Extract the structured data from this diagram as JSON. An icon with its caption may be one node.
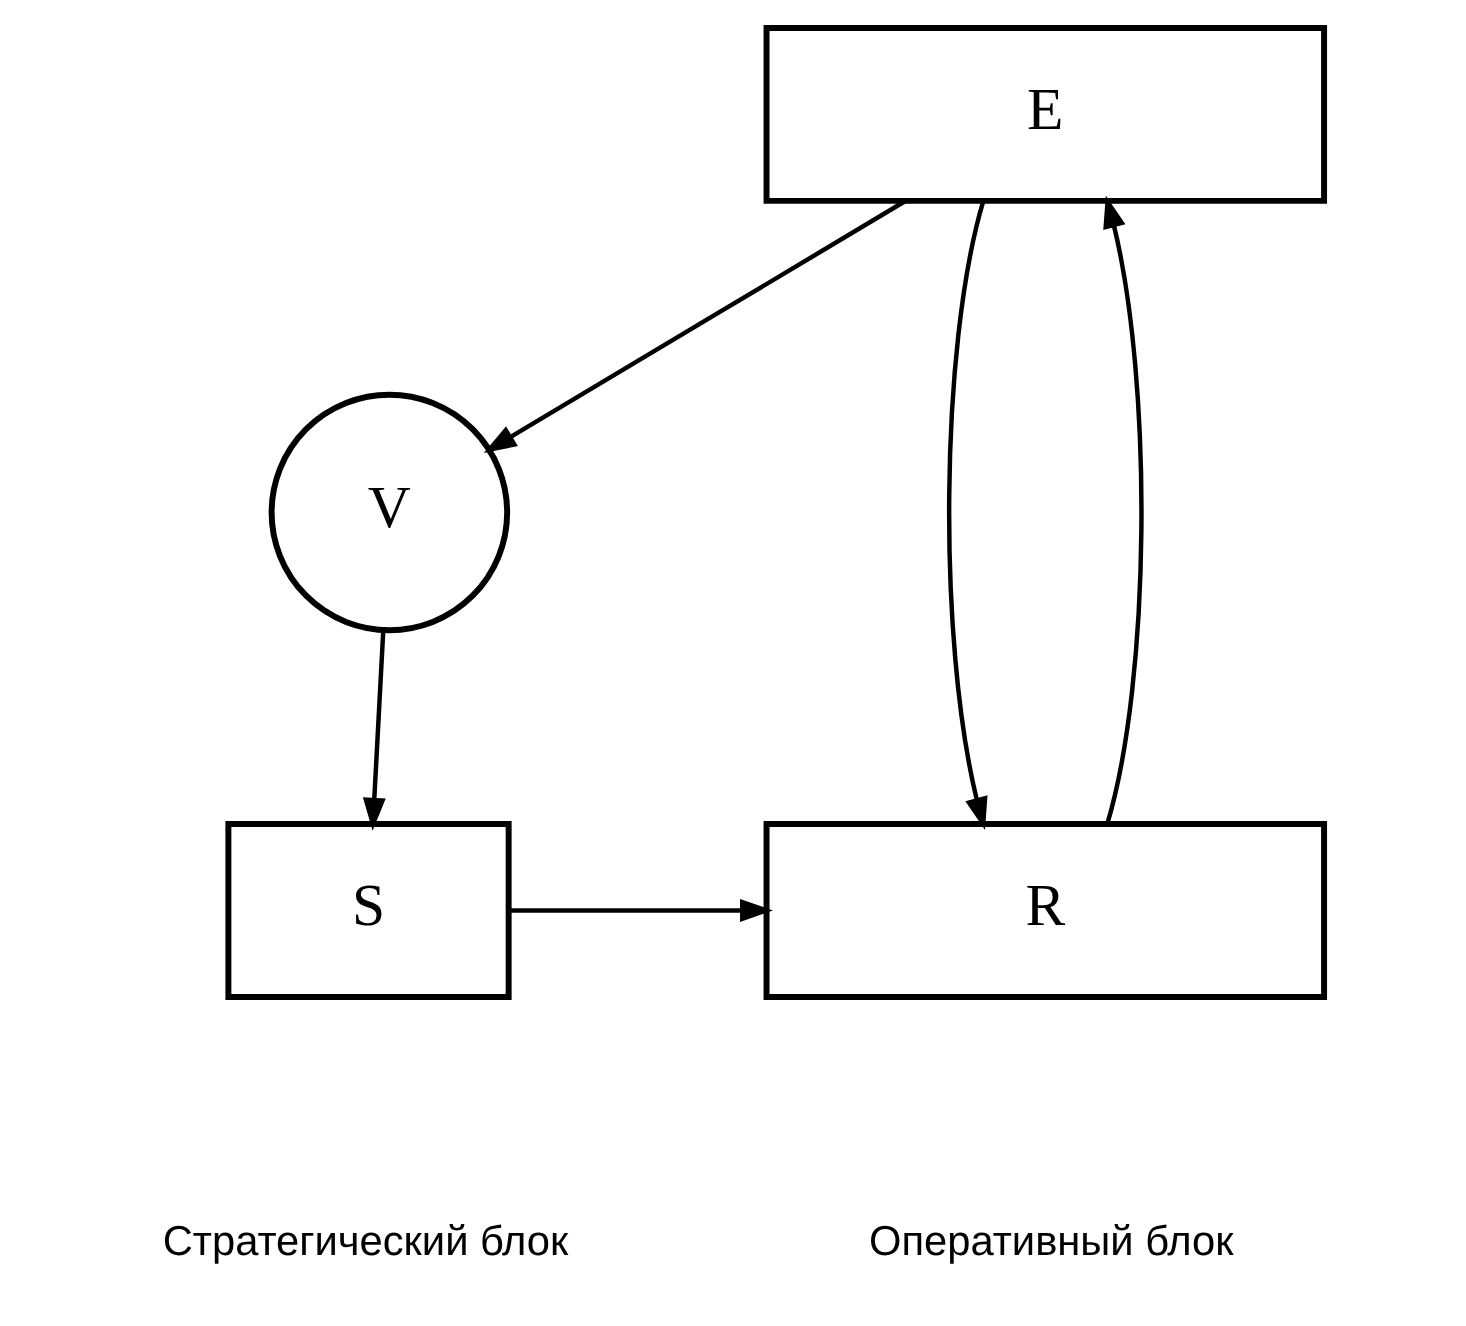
{
  "diagram": {
    "nodes": [
      {
        "text": [
          "E"
        ]
      },
      {
        "text": [
          "V"
        ]
      },
      {
        "text": [
          "R"
        ]
      },
      {
        "text": [
          "S"
        ]
      }
    ],
    "edges": [
      {
        "from": 0,
        "to": 1,
        "arrow": "to"
      },
      {
        "from": 1,
        "to": 3,
        "arrow": "to"
      },
      {
        "from": 3,
        "to": 2,
        "arrow": "to"
      },
      {
        "from": 2,
        "to": 0,
        "arrow": "to"
      },
      {
        "from": 0,
        "to": 2,
        "arrow": "to"
      }
    ],
    "labels": [
      "Оперативный блок",
      "Стратегический блок"
    ]
  }
}
